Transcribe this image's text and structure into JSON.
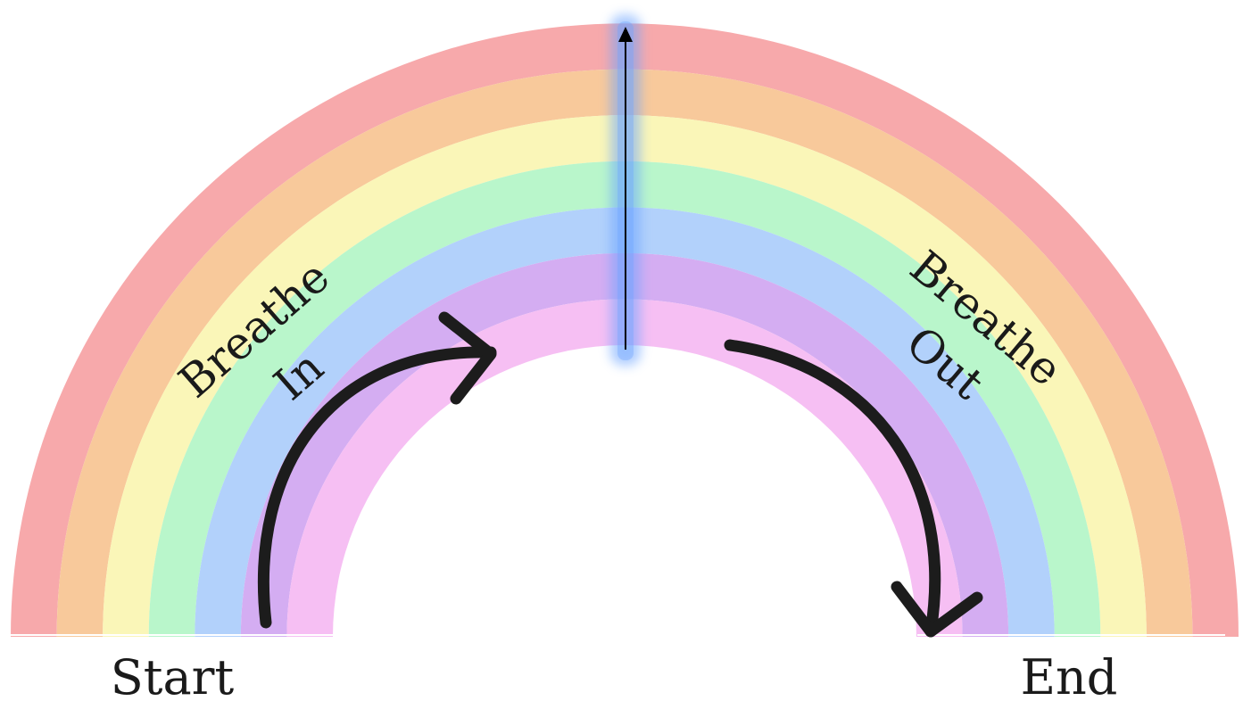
{
  "diagram": {
    "bands": [
      {
        "name": "red",
        "color": "#f7a9ab"
      },
      {
        "name": "orange",
        "color": "#f8c99b"
      },
      {
        "name": "yellow",
        "color": "#faf6b8"
      },
      {
        "name": "green",
        "color": "#b9f6cb"
      },
      {
        "name": "blue",
        "color": "#b2d1fb"
      },
      {
        "name": "purple",
        "color": "#d4adf2"
      },
      {
        "name": "pink",
        "color": "#f6bff3"
      }
    ],
    "labels": {
      "breathe_in_1": "Breathe",
      "breathe_in_2": "In",
      "breathe_out_1": "Breathe",
      "breathe_out_2": "Out",
      "start": "Start",
      "end": "End"
    },
    "colors": {
      "arrow": "#1c1c1c",
      "center_line": "#6da4ff",
      "center_pointer": "#000000"
    }
  }
}
